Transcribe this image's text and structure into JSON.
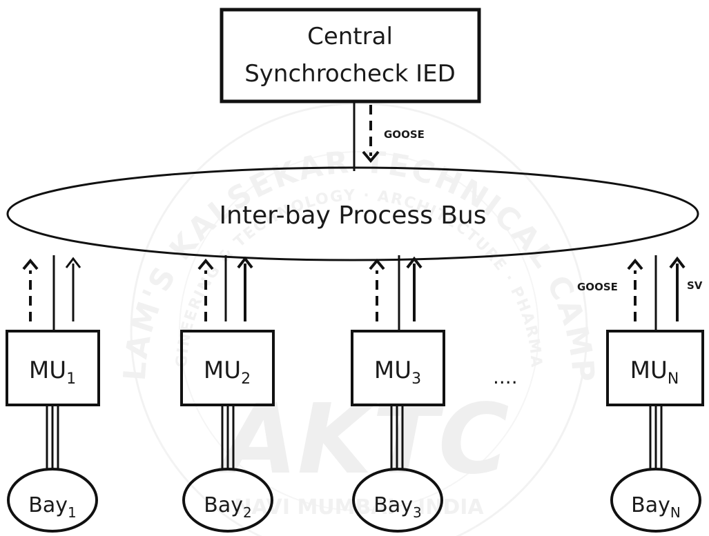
{
  "central": {
    "line1": "Central",
    "line2": "Synchrocheck IED"
  },
  "bus": {
    "label": "Inter-bay Process Bus"
  },
  "signals": {
    "goose_top": "GOOSE",
    "goose_right": "GOOSE",
    "sv_right": "SV"
  },
  "mus": [
    {
      "base": "MU",
      "sub": "1"
    },
    {
      "base": "MU",
      "sub": "2"
    },
    {
      "base": "MU",
      "sub": "3"
    },
    {
      "base": "MU",
      "sub": "N"
    }
  ],
  "bays": [
    {
      "base": "Bay",
      "sub": "1"
    },
    {
      "base": "Bay",
      "sub": "2"
    },
    {
      "base": "Bay",
      "sub": "3"
    },
    {
      "base": "Bay",
      "sub": "N"
    }
  ],
  "ellipsis": "....",
  "watermark": {
    "logo": "AKTC",
    "arc_top": "ANJUMAN - I - ISLAM'S KALSEKAR TECHNICAL CAMPUS NEW PANVEL",
    "arc_inner": "ENGINEERING & TECHNOLOGY · ARCHITECTURE · PHARMACY",
    "bottom": "NAVI MUMBAI - INDIA"
  }
}
